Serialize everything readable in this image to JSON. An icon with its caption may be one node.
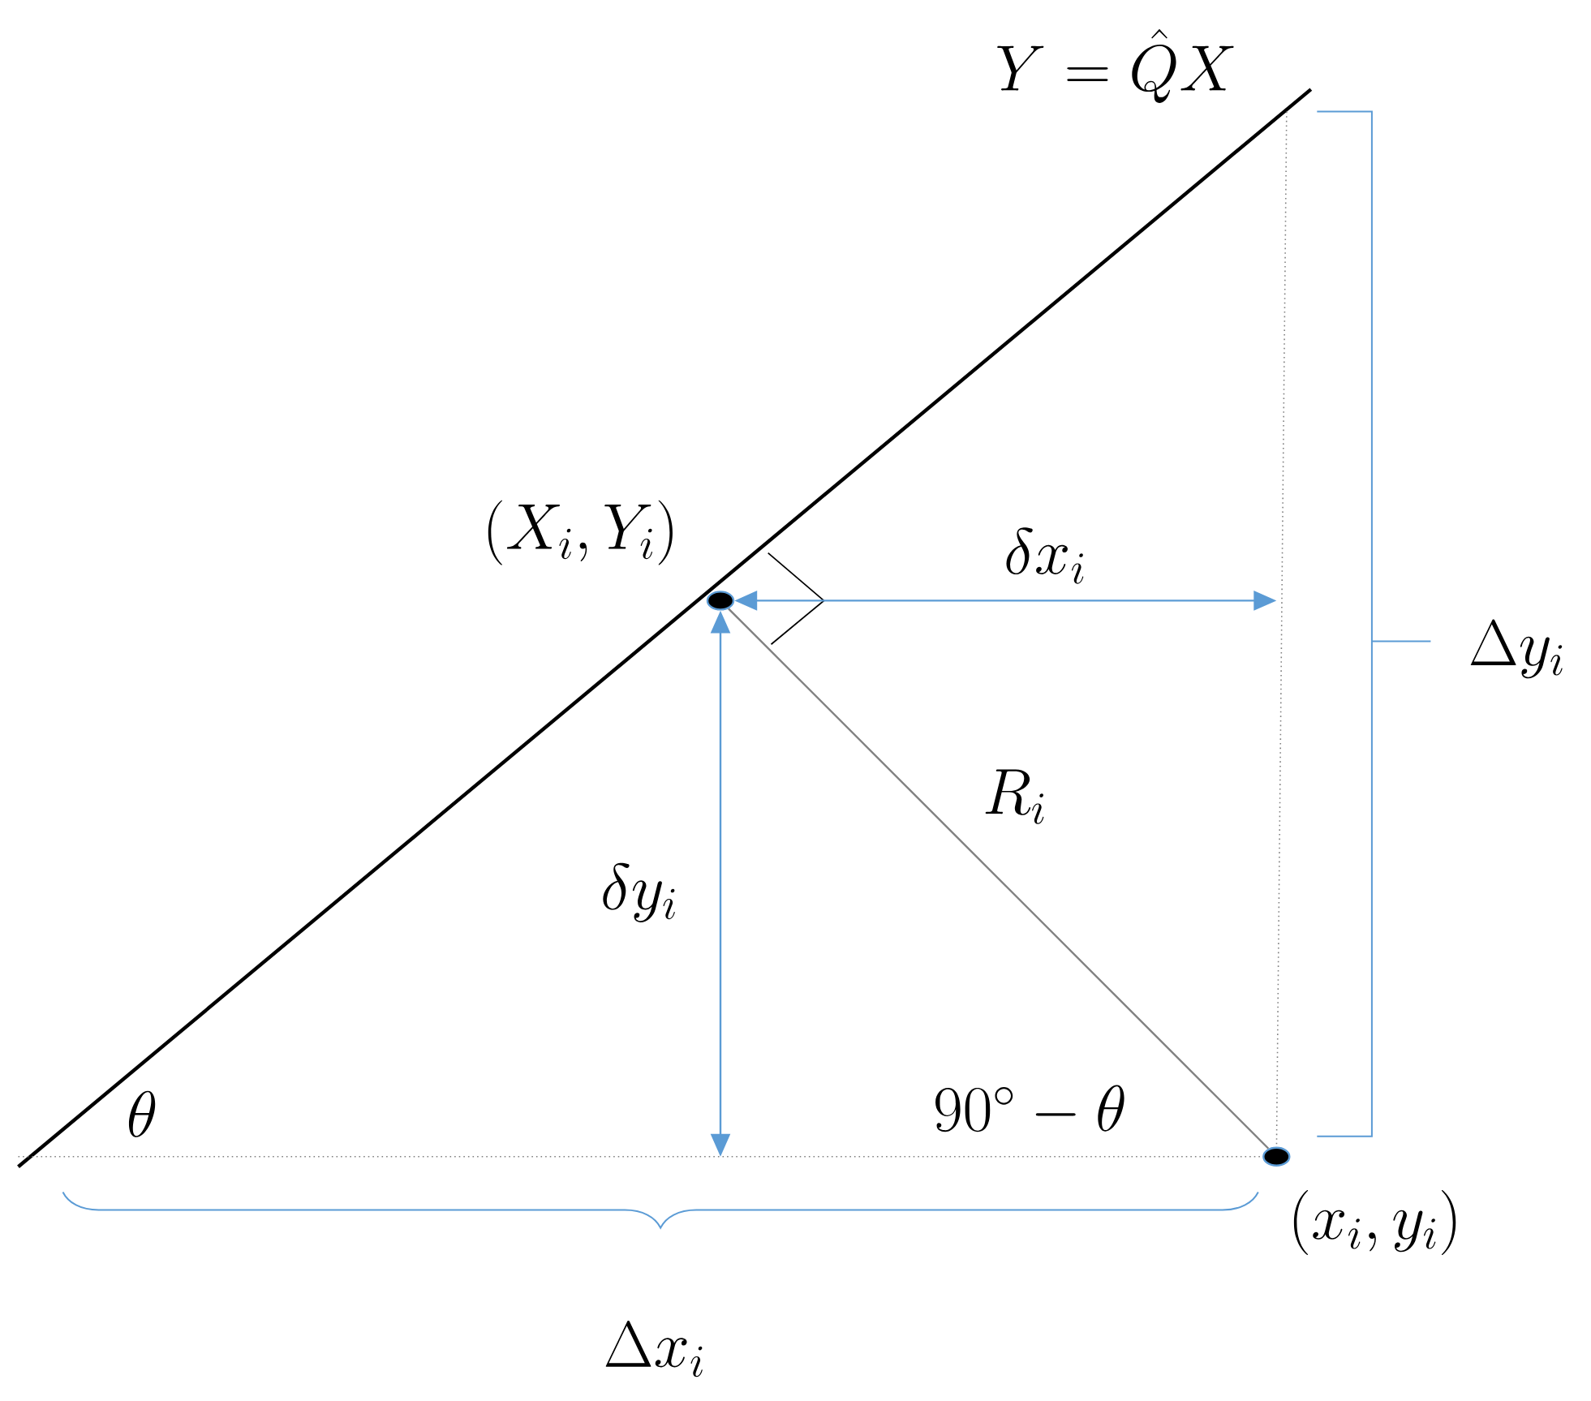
{
  "diagram": {
    "nodes": [
      {
        "text": [],
        "shape": "circle",
        "beside": [
          "(X_i, Y_i)"
        ]
      },
      {
        "text": [],
        "shape": "circle",
        "beside": [
          "(x_i, y_i)"
        ]
      }
    ],
    "edges": [
      {
        "from": 0,
        "to": 1,
        "arrow": "none",
        "label": "R_i",
        "color": "#808080"
      },
      {
        "from": 0,
        "to": null,
        "arrow": "both",
        "label": "\\delta x_i",
        "color": "#5b9bd5"
      },
      {
        "from": 0,
        "to": null,
        "arrow": "both",
        "label": "\\delta y_i",
        "color": "#5b9bd5"
      }
    ],
    "labels": [
      "Y = \\hat{Q}X",
      "\\theta",
      "90^\\circ - \\theta",
      "\\Delta y_i",
      "\\Delta x_i"
    ]
  }
}
